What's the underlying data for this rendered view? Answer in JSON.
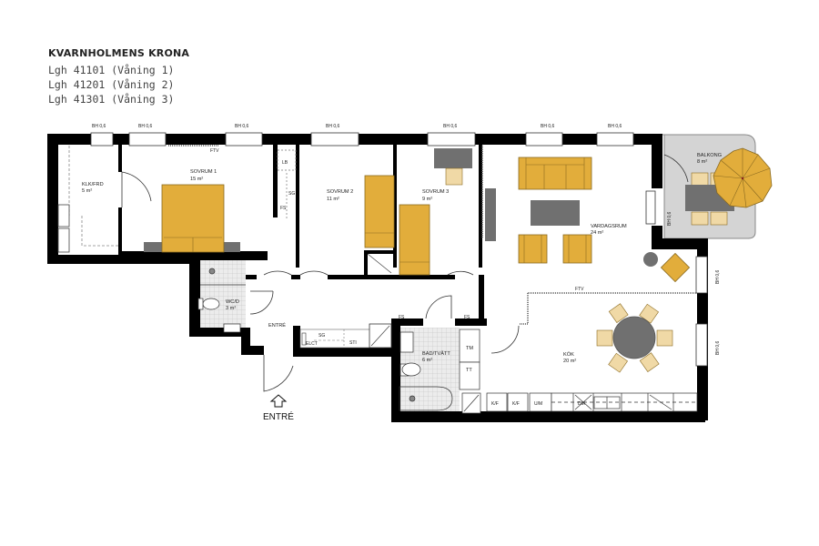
{
  "header": {
    "project": "KVARNHOLMENS KRONA",
    "units": [
      "Lgh 41101 (Våning 1)",
      "Lgh 41201 (Våning 2)",
      "Lgh 41301 (Våning 3)"
    ]
  },
  "colors": {
    "wall": "#000000",
    "furniture_primary": "#E2AD3B",
    "furniture_light": "#F0D9A6",
    "furniture_dark": "#707070",
    "balcony": "#D4D4D4",
    "tile": "#E8E8E8"
  },
  "windows": {
    "label": "BH 0,6"
  },
  "rooms": {
    "klkfrd": {
      "name": "KLK/FRD",
      "area": "5 m²"
    },
    "sovrum1": {
      "name": "SOVRUM 1",
      "area": "15 m²"
    },
    "sovrum2": {
      "name": "SOVRUM 2",
      "area": "11 m²"
    },
    "sovrum3": {
      "name": "SOVRUM 3",
      "area": "9 m²"
    },
    "vardagsrum": {
      "name": "VARDAGSRUM",
      "area": "24 m²"
    },
    "balkong": {
      "name": "BALKONG",
      "area": "8 m²"
    },
    "wcd": {
      "name": "WC/D",
      "area": "3 m²"
    },
    "entre": {
      "name": "ENTRÉ"
    },
    "bad": {
      "name": "BAD/TVÄTT",
      "area": "6 m²"
    },
    "kok": {
      "name": "KÖK",
      "area": "20 m²"
    }
  },
  "fixtures": {
    "ftv": "FTV",
    "lb": "LB",
    "sg": "SG",
    "fs": "FS",
    "elct": "ELCT",
    "sti": "STI",
    "tm": "TM",
    "tt": "TT",
    "kf": "K/F",
    "um": "U/M",
    "dm": "DM"
  },
  "entrance": {
    "label": "ENTRÉ"
  }
}
